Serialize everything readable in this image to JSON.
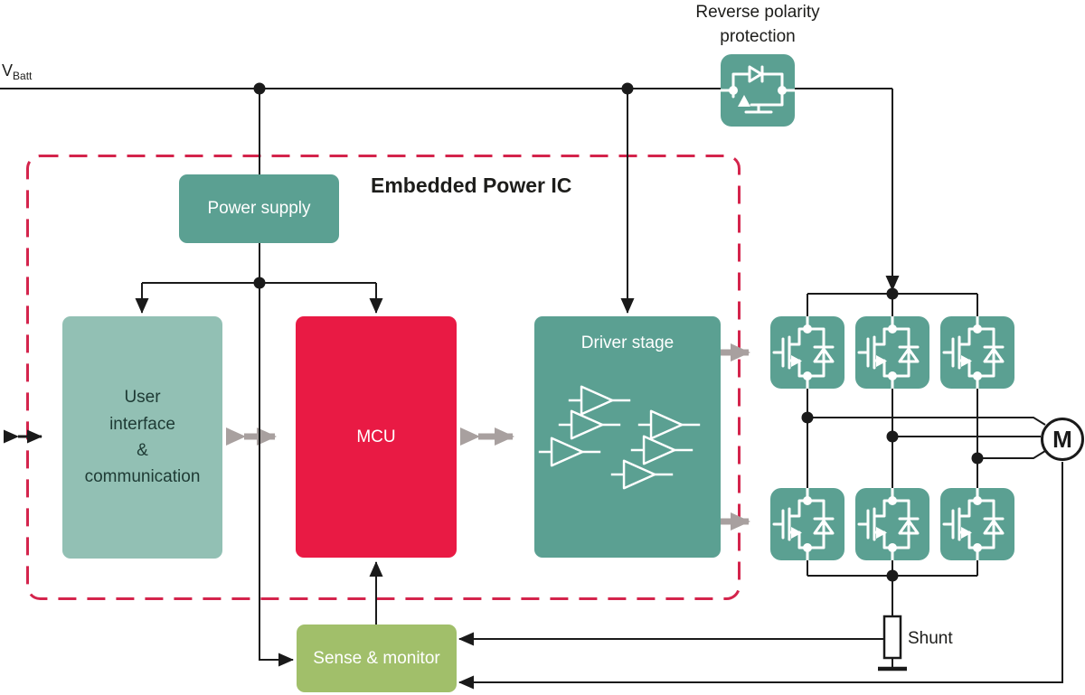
{
  "title": "Embedded Power IC",
  "colors": {
    "teal": "#5ba092",
    "teal-light": "#92c0b4",
    "red": "#e91a44",
    "green": "#a1bf6a",
    "gray-arrow": "#a8a09f",
    "dash-red": "#d4244c",
    "line": "#1a1a1a",
    "text-dark": "#1d1d1b",
    "text-on-light": "#1e3a34",
    "icon-white": "#ffffff"
  },
  "labels": {
    "v_batt_main": "V",
    "v_batt_sub": "Batt",
    "reverse_polarity": "Reverse polarity protection",
    "embedded_power_ic": "Embedded Power IC",
    "shunt": "Shunt",
    "motor": "M"
  },
  "blocks": {
    "power_supply": {
      "label": "Power supply"
    },
    "user_interface": {
      "lines": [
        "User",
        "interface",
        "&",
        "communication"
      ]
    },
    "mcu": {
      "label": "MCU"
    },
    "driver_stage": {
      "label": "Driver stage"
    },
    "sense_monitor": {
      "label": "Sense & monitor"
    }
  },
  "icons": {
    "reverse_polarity_switch": "mosfet-with-body-diode-horizontal",
    "half_bridge_switch": "mosfet-with-body-diode",
    "driver_amplifiers": "op-amp-triangle-x6",
    "shunt_resistor": "resistor-vertical",
    "ground": "ground-bar",
    "motor": "motor-circle-M"
  }
}
